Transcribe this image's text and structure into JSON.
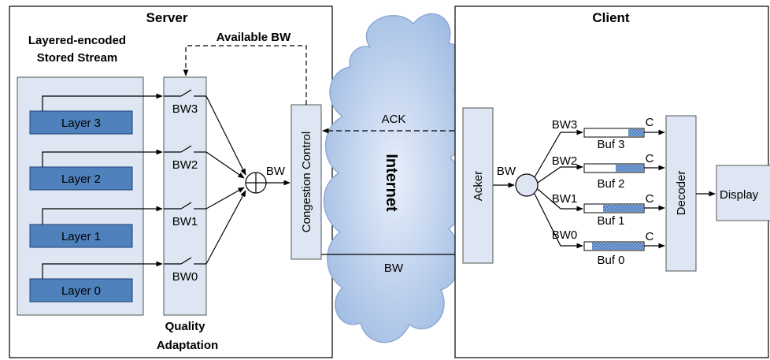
{
  "server": {
    "title": "Server",
    "stream_title_line1": "Layered-encoded",
    "stream_title_line2": "Stored Stream",
    "available_bw": "Available BW",
    "layers": [
      "Layer 3",
      "Layer 2",
      "Layer 1",
      "Layer 0"
    ],
    "switch_labels": [
      "BW3",
      "BW2",
      "BW1",
      "BW0"
    ],
    "quality_line1": "Quality",
    "quality_line2": "Adaptation",
    "sum_label": "BW",
    "congestion_control": "Congestion Control"
  },
  "network": {
    "label": "Internet",
    "ack": "ACK",
    "bw": "BW"
  },
  "client": {
    "title": "Client",
    "acker": "Acker",
    "split_label": "BW",
    "branch_labels": [
      "BW3",
      "BW2",
      "BW1",
      "BW0"
    ],
    "buffer_labels": [
      "Buf 3",
      "Buf 2",
      "Buf 1",
      "Buf 0"
    ],
    "consume_labels": [
      "C",
      "C",
      "C",
      "C"
    ],
    "decoder": "Decoder",
    "display": "Display"
  },
  "colors": {
    "layer_fill": "#4f81bd",
    "panel_fill": "#dde6f2",
    "cloud_fill": "#b9cdeb",
    "buffer_fill": "#6f9fd8"
  }
}
